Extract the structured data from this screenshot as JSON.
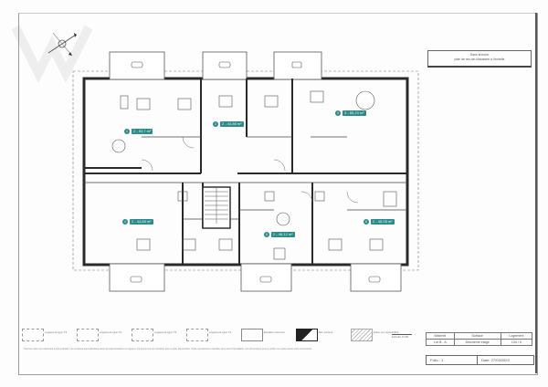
{
  "title_block": {
    "line1": "Sans la fume",
    "line2": "plan de rez-de-chaussee a l'echelle"
  },
  "cartouche": {
    "headers": [
      "Materiel",
      "Surface",
      "Logement"
    ],
    "values": [
      "Lot B - A",
      "Deuxieme etage",
      "134 / 5"
    ],
    "folio_label": "Folio : 1",
    "date_label": "Date: 27/03/2023"
  },
  "units": [
    {
      "num": "1",
      "area": "2 - 53,7 m²"
    },
    {
      "num": "2",
      "area": "2 - 44,85 m²"
    },
    {
      "num": "3",
      "area": "3 - 65,23 m²"
    },
    {
      "num": "4",
      "area": "2 - 44,85 m²"
    },
    {
      "num": "5",
      "area": "2 - 46,12 m²"
    },
    {
      "num": "6",
      "area": "2 - 45,05 m²"
    }
  ],
  "legend": [
    {
      "label": "Logement type T1"
    },
    {
      "label": "Logement type T2"
    },
    {
      "label": "Logement type T3"
    },
    {
      "label": "Logement type T4"
    },
    {
      "label": "Escalier commun"
    },
    {
      "label": "Mur porteur"
    },
    {
      "label": "Zone non accessible"
    },
    {
      "label": "Echelle 1/100"
    }
  ],
  "notes": "Tout les cotes sont donnees a titre indicatif. Les surfaces sont calculees selon la reglementation en vigueur. Ce document ne constitue pas un plan d'execution. Toute reproduction interdite sans accord prealable. Les dimensions sont a verifier sur place avant toute commande.",
  "colors": {
    "accent": "#2f8a8a",
    "wall": "#2a2a2a",
    "line": "#555555"
  }
}
